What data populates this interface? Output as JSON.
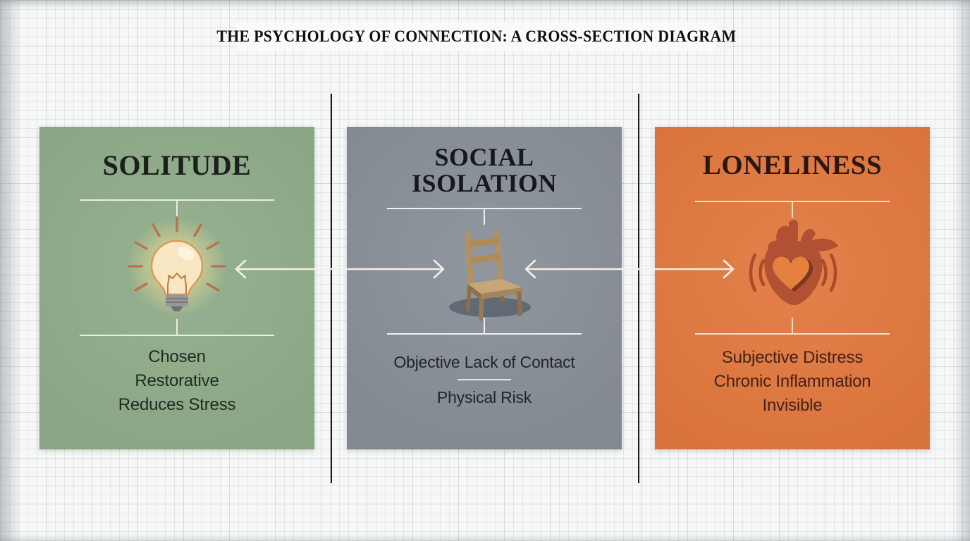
{
  "page": {
    "title": "THE PSYCHOLOGY OF CONNECTION: A CROSS-SECTION DIAGRAM"
  },
  "panels": [
    {
      "id": "solitude",
      "title_lines": [
        "SOLITUDE"
      ],
      "icon": "lightbulb-icon",
      "items": [
        "Chosen",
        "Restorative",
        "Reduces Stress"
      ],
      "bg_color": "#8fac89",
      "title_color": "#1c1f1c",
      "text_color": "#1f2a1f"
    },
    {
      "id": "social-isolation",
      "title_lines": [
        "SOCIAL",
        "ISOLATION"
      ],
      "icon": "empty-chair-icon",
      "items": [
        "Objective Lack of Contact",
        "Physical Risk"
      ],
      "has_item_divider": true,
      "bg_color": "#8a9099",
      "title_color": "#16181d",
      "text_color": "#22252b"
    },
    {
      "id": "loneliness",
      "title_lines": [
        "LONELINESS"
      ],
      "icon": "anatomical-heart-icon",
      "items": [
        "Subjective Distress",
        "Chronic Inflammation",
        "Invisible"
      ],
      "bg_color": "#e2783e",
      "title_color": "#2b1712",
      "text_color": "#43221a"
    }
  ],
  "connectors": {
    "style": "double-headed-arrow",
    "color": "#f2f0e6",
    "count": 2
  },
  "decor": {
    "background": "graph-paper",
    "divider_color": "#161616",
    "bulb_glow_color": "#f9e2a2",
    "wood_color": "#b4925f",
    "heart_color": "#b15134"
  }
}
